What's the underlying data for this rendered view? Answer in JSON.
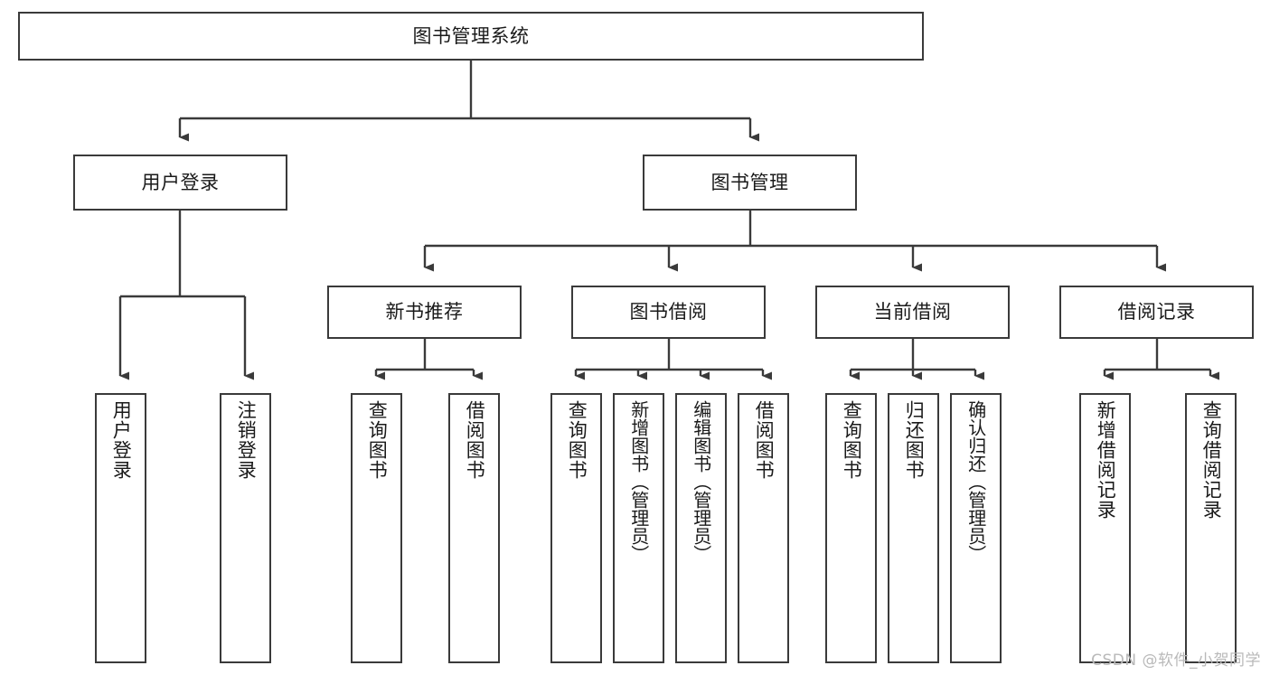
{
  "diagram": {
    "title": "图书管理系统",
    "type": "tree-hierarchy",
    "theme": {
      "background": "#ffffff",
      "box_border": "#3a3a3a",
      "edge_color": "#3a3a3a",
      "text_color": "#1a1a1a",
      "watermark_color": "#b9b9b9"
    },
    "root": {
      "label": "图书管理系统"
    },
    "level2": [
      {
        "label": "用户登录"
      },
      {
        "label": "图书管理"
      }
    ],
    "level3": [
      {
        "label": "新书推荐"
      },
      {
        "label": "图书借阅"
      },
      {
        "label": "当前借阅"
      },
      {
        "label": "借阅记录"
      }
    ],
    "leaves": {
      "user_login": [
        {
          "label": "用户登录"
        },
        {
          "label": "注销登录"
        }
      ],
      "new_book_recommend": [
        {
          "label": "查询图书"
        },
        {
          "label": "借阅图书"
        }
      ],
      "book_borrow": [
        {
          "label": "查询图书"
        },
        {
          "label": "新增图书（管理员）"
        },
        {
          "label": "编辑图书（管理员）"
        },
        {
          "label": "借阅图书"
        }
      ],
      "current_borrow": [
        {
          "label": "查询图书"
        },
        {
          "label": "归还图书"
        },
        {
          "label": "确认归还（管理员）"
        }
      ],
      "borrow_record": [
        {
          "label": "新增借阅记录"
        },
        {
          "label": "查询借阅记录"
        }
      ]
    },
    "watermark": "CSDN @软件_小贺同学"
  }
}
